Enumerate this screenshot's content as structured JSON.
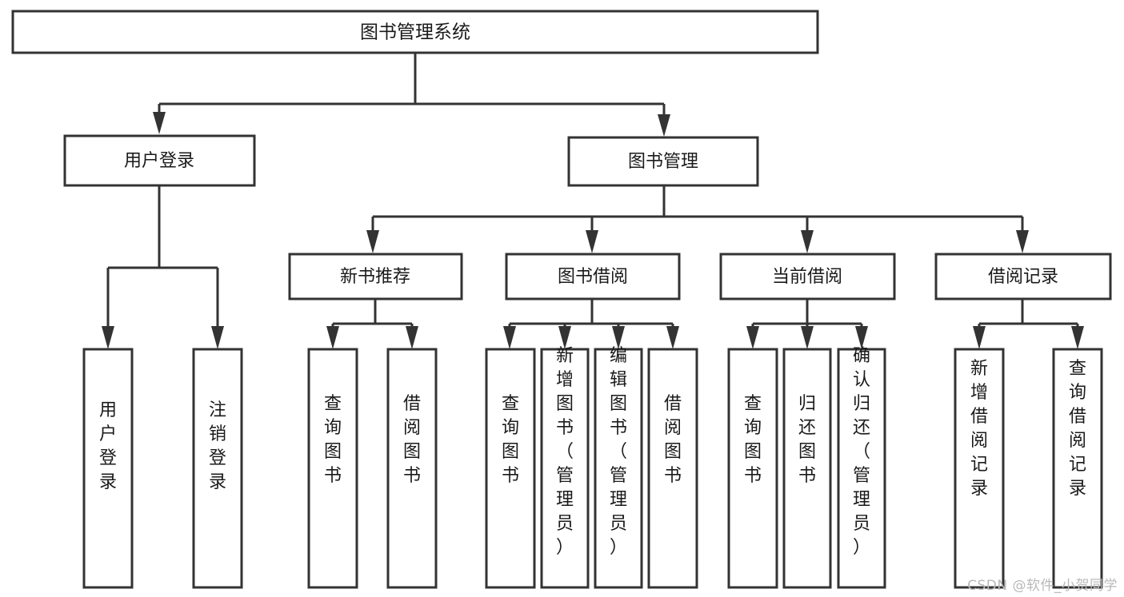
{
  "diagram": {
    "title": "图书管理系统",
    "type": "tree-hierarchy-chart",
    "watermark": "CSDN @软件_小贺同学",
    "colors": {
      "stroke": "#333333",
      "fill": "#ffffff",
      "text": "#1a1a1a",
      "watermark": "#b9b9b9"
    },
    "root": {
      "label": "图书管理系统"
    },
    "level2": [
      {
        "label": "用户登录"
      },
      {
        "label": "图书管理"
      }
    ],
    "level3": [
      {
        "label": "新书推荐"
      },
      {
        "label": "图书借阅"
      },
      {
        "label": "当前借阅"
      },
      {
        "label": "借阅记录"
      }
    ],
    "leaves": {
      "user_login": [
        {
          "label": "用户登录"
        },
        {
          "label": "注销登录"
        }
      ],
      "new_book": [
        {
          "label": "查询图书"
        },
        {
          "label": "借阅图书"
        }
      ],
      "book_borrow": [
        {
          "label": "查询图书"
        },
        {
          "label": "新增图书（管理员）"
        },
        {
          "label": "编辑图书（管理员）"
        },
        {
          "label": "借阅图书"
        }
      ],
      "current_borrow": [
        {
          "label": "查询图书"
        },
        {
          "label": "归还图书"
        },
        {
          "label": "确认归还（管理员）"
        }
      ],
      "borrow_record": [
        {
          "label": "新增借阅记录"
        },
        {
          "label": "查询借阅记录"
        }
      ]
    }
  }
}
